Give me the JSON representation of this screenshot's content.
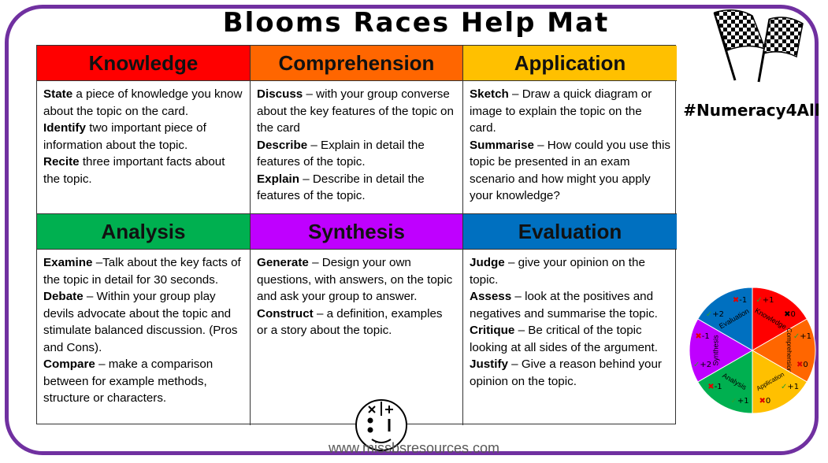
{
  "title": "Blooms Races Help Mat",
  "hashtag": "#Numeracy4All",
  "footer_url": "www.missbsresources.com",
  "colors": {
    "frame": "#7030a0",
    "knowledge": "#ff0000",
    "comprehension": "#ff6600",
    "application": "#ffc000",
    "analysis": "#00b050",
    "synthesis": "#bf00ff",
    "evaluation": "#0070c0"
  },
  "sections": [
    {
      "name": "Knowledge",
      "items": [
        {
          "term": "State",
          "text": " a piece of knowledge you know about the topic on the card."
        },
        {
          "term": "Identify",
          "text": " two important piece of information about the topic."
        },
        {
          "term": "Recite",
          "text": " three important facts about the topic."
        }
      ]
    },
    {
      "name": "Comprehension",
      "items": [
        {
          "term": "Discuss",
          "text": " – with your group converse about the key features of the topic on the card"
        },
        {
          "term": "Describe",
          "text": " – Explain in detail the features of the topic."
        },
        {
          "term": "Explain",
          "text": " – Describe in detail the features of the topic."
        }
      ]
    },
    {
      "name": "Application",
      "items": [
        {
          "term": "Sketch",
          "text": " – Draw a quick diagram or image to explain the topic on the card."
        },
        {
          "term": "Summarise",
          "text": " – How could you use this topic be presented in an exam scenario and how might you apply your knowledge?"
        }
      ]
    },
    {
      "name": "Analysis",
      "items": [
        {
          "term": "Examine",
          "text": " –Talk about the key facts of the topic in detail for 30 seconds."
        },
        {
          "term": "Debate",
          "text": " – Within your group play devils advocate about the topic and stimulate balanced discussion. (Pros and Cons)."
        },
        {
          "term": "Compare",
          "text": " – make a comparison between for example methods, structure or characters."
        }
      ]
    },
    {
      "name": "Synthesis",
      "items": [
        {
          "term": "Generate",
          "text": " – Design your own questions, with answers, on the topic and ask your group to answer."
        },
        {
          "term": "Construct",
          "text": " – a definition, examples or a story about the topic."
        }
      ]
    },
    {
      "name": "Evaluation",
      "items": [
        {
          "term": "Judge",
          "text": " – give your opinion on the topic."
        },
        {
          "term": "Assess",
          "text": " – look at the positives and negatives and summarise the topic."
        },
        {
          "term": "Critique",
          "text": " – Be critical of the topic looking at all sides of the argument."
        },
        {
          "term": "Justify",
          "text": " – Give a reason behind your opinion on the topic."
        }
      ]
    }
  ],
  "wheel": {
    "segments": [
      {
        "label": "Knowledge",
        "color": "#ff0000",
        "plus": "+1",
        "minus": "0"
      },
      {
        "label": "Comprehension",
        "color": "#ff6600",
        "plus": "+1",
        "minus": "0"
      },
      {
        "label": "Application",
        "color": "#ffc000",
        "plus": "+1",
        "minus": "0"
      },
      {
        "label": "Analysis",
        "color": "#00b050",
        "plus": "+1",
        "minus": "-1"
      },
      {
        "label": "Synthesis",
        "color": "#bf00ff",
        "plus": "+2",
        "minus": "-1"
      },
      {
        "label": "Evaluation",
        "color": "#0070c0",
        "plus": "+2",
        "minus": "-1"
      }
    ]
  }
}
